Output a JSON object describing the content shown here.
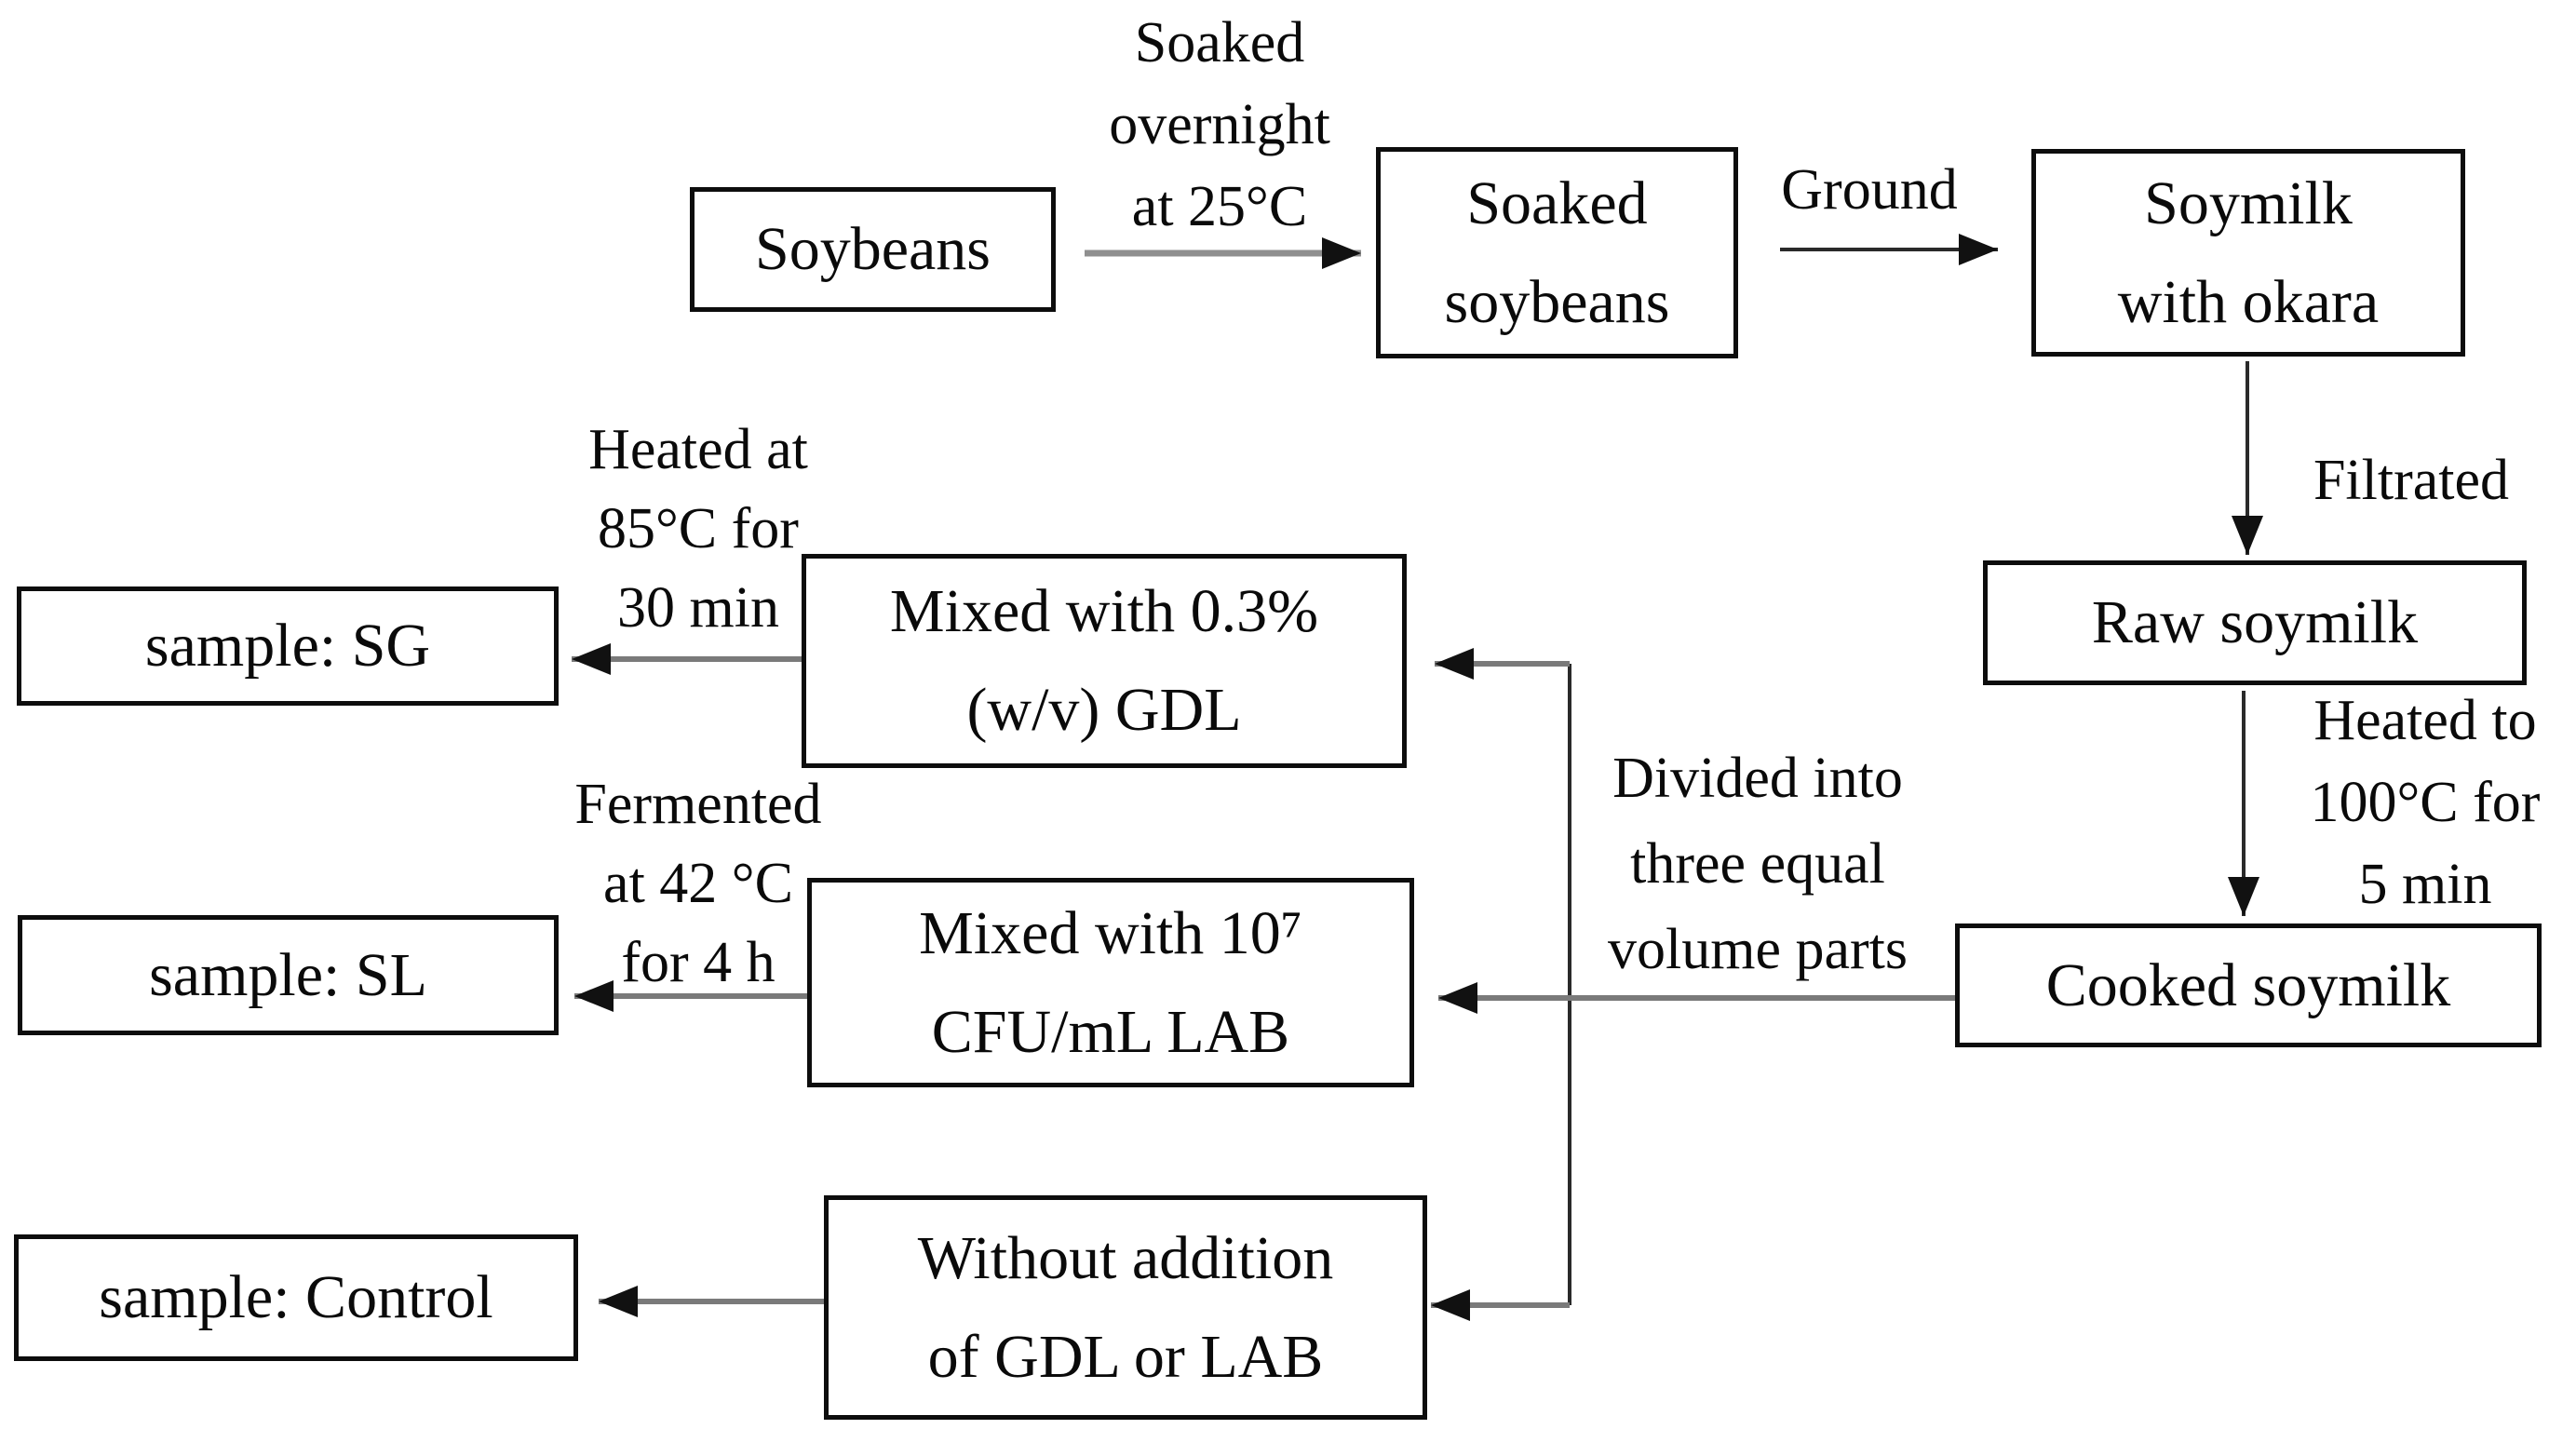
{
  "diagram": {
    "title": "Soymilk sample preparation flowchart",
    "colors": {
      "background": "#ffffff",
      "box_border": "#0d0d0d",
      "text": "#0a0a0a",
      "arrow_shaft_gray": "#8f8f8f",
      "arrow_shaft_dark": "#2a2a2a",
      "arrowhead": "#111111"
    },
    "nodes": {
      "soybeans": {
        "label": "Soybeans"
      },
      "soaked_soybeans": {
        "label": "Soaked\nsoybeans"
      },
      "soymilk_okara": {
        "label": "Soymilk\nwith okara"
      },
      "raw_soymilk": {
        "label": "Raw soymilk"
      },
      "cooked_soymilk": {
        "label": "Cooked soymilk"
      },
      "gdl": {
        "label": "Mixed with 0.3%\n(w/v) GDL"
      },
      "lab": {
        "label": "Mixed with 10⁷\nCFU/mL LAB"
      },
      "without": {
        "label": "Without addition\nof GDL or LAB"
      },
      "sample_sg": {
        "label": "sample: SG"
      },
      "sample_sl": {
        "label": "sample: SL"
      },
      "sample_control": {
        "label": "sample: Control"
      }
    },
    "edge_labels": {
      "soaked_overnight": "Soaked\novernight\nat 25°C",
      "ground": "Ground",
      "filtrated": "Filtrated",
      "heated_100": "Heated to\n100°C for\n5 min",
      "divided": "Divided into\nthree equal\nvolume parts",
      "heated_85": "Heated at\n85°C for\n30 min",
      "fermented": "Fermented\nat 42 °C\nfor 4 h"
    }
  }
}
